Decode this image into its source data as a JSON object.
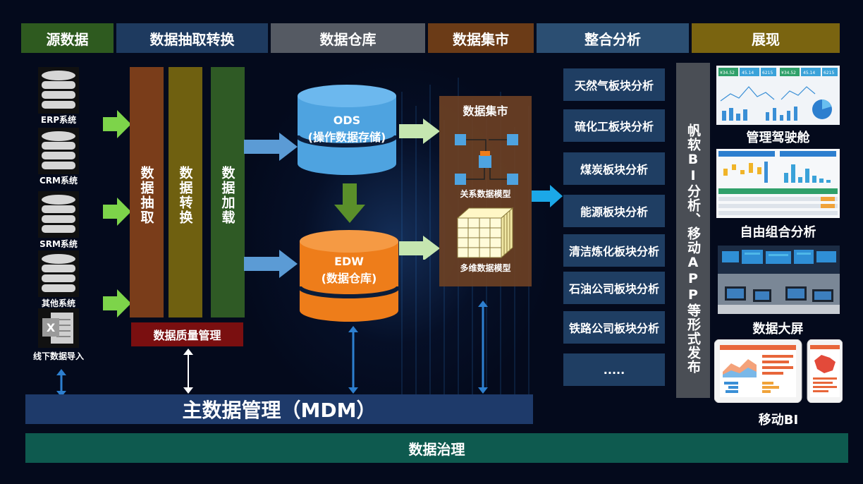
{
  "header": {
    "source": "源数据",
    "etl": "数据抽取转换",
    "warehouse": "数据仓库",
    "mart": "数据集市",
    "analysis": "整合分析",
    "display": "展现"
  },
  "sources": [
    {
      "label": "ERP系统",
      "icon": "database-icon"
    },
    {
      "label": "CRM系统",
      "icon": "database-icon"
    },
    {
      "label": "SRM系统",
      "icon": "database-icon"
    },
    {
      "label": "其他系统",
      "icon": "database-icon"
    },
    {
      "label": "线下数据导入",
      "icon": "excel-icon"
    }
  ],
  "etl": {
    "extract": "数据抽取",
    "transform": "数据转换",
    "load": "数据加载",
    "quality": "数据质量管理"
  },
  "warehouse": {
    "ods_title": "ODS",
    "ods_sub": "(操作数据存储)",
    "edw_title": "EDW",
    "edw_sub": "(数据仓库)"
  },
  "mart": {
    "title": "数据集市",
    "relational": "关系数据模型",
    "multidim": "多维数据模型"
  },
  "analysis_items": [
    "天然气板块分析",
    "硫化工板块分析",
    "煤炭板块分析",
    "能源板块分析",
    "清洁炼化板块分析",
    "石油公司板块分析",
    "铁路公司板块分析",
    "....."
  ],
  "publish": {
    "text": "帆软BI分析、移动APP等形式发布"
  },
  "displays": [
    {
      "label": "管理驾驶舱"
    },
    {
      "label": "自由组合分析"
    },
    {
      "label": "数据大屏"
    },
    {
      "label": "移动BI"
    }
  ],
  "thumb_kpis": [
    "¥34.52",
    "45.14",
    "6215",
    "¥34.52",
    "45.14",
    "6215"
  ],
  "mdm": "主数据管理（MDM）",
  "governance": "数据治理",
  "colors": {
    "source_header": "#2e5a1f",
    "etl_header": "#1e3a5f",
    "warehouse_header": "#555a63",
    "mart_header": "#6b3b17",
    "analysis_header": "#2b4e72",
    "display_header": "#7a6410",
    "extract": "#7a3d1a",
    "transform": "#6f6010",
    "load": "#2f5a25",
    "quality": "#7a0f10",
    "ods": "#4ea3e0",
    "edw": "#ee7d1a",
    "mart_box": "#6b4024",
    "mdm": "#1e3a6a",
    "governance": "#0e5a4f"
  }
}
